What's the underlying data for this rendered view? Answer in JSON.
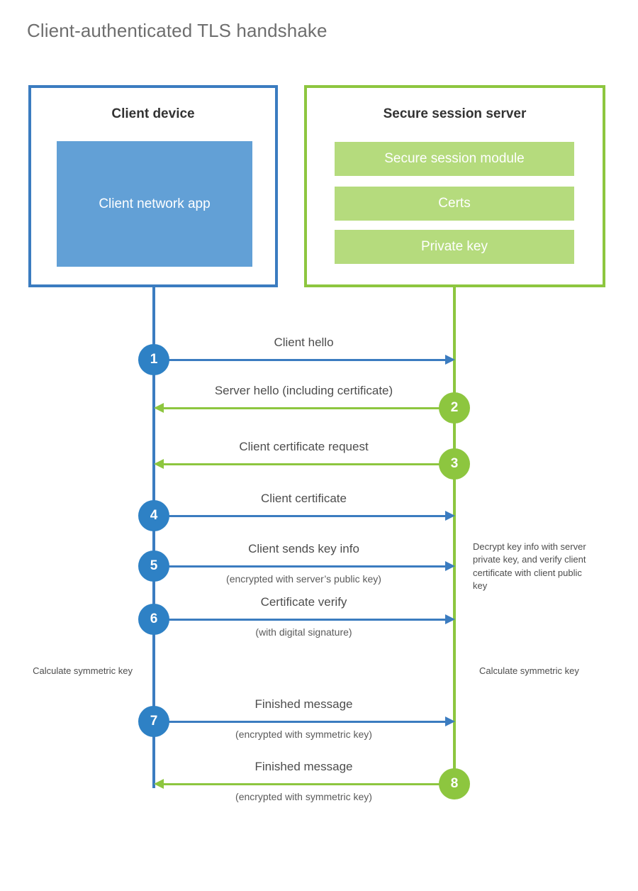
{
  "title": "Client-authenticated TLS handshake",
  "colors": {
    "client_blue": "#3b7cc0",
    "client_badge_blue": "#2e81c5",
    "client_app_fill": "#62a0d6",
    "server_green": "#8dc63f",
    "server_bar_fill": "#b5db7d",
    "title_gray": "#6e6e6e",
    "text_gray": "#4d4d4d",
    "background": "#ffffff"
  },
  "actors": {
    "client": {
      "title": "Client device",
      "app_label": "Client network app"
    },
    "server": {
      "title": "Secure session server",
      "components": [
        "Secure session module",
        "Certs",
        "Private key"
      ]
    }
  },
  "messages": [
    {
      "step": "1",
      "label": "Client hello",
      "sublabel": "",
      "direction": "to-server"
    },
    {
      "step": "2",
      "label": "Server hello (including certificate)",
      "sublabel": "",
      "direction": "to-client"
    },
    {
      "step": "3",
      "label": "Client certificate request",
      "sublabel": "",
      "direction": "to-client"
    },
    {
      "step": "4",
      "label": "Client certificate",
      "sublabel": "",
      "direction": "to-server"
    },
    {
      "step": "5",
      "label": "Client sends key info",
      "sublabel": "(encrypted with server’s public key)",
      "direction": "to-server"
    },
    {
      "step": "6",
      "label": "Certificate verify",
      "sublabel": "(with digital signature)",
      "direction": "to-server"
    },
    {
      "step": "7",
      "label": "Finished message",
      "sublabel": "(encrypted with symmetric key)",
      "direction": "to-server"
    },
    {
      "step": "8",
      "label": "Finished message",
      "sublabel": "(encrypted with symmetric key)",
      "direction": "to-client"
    }
  ],
  "notes": {
    "server_decrypt": "Decrypt key info with server private key, and verify client certificate with client public key",
    "client_calculate": "Calculate symmetric key",
    "server_calculate": "Calculate symmetric key"
  }
}
